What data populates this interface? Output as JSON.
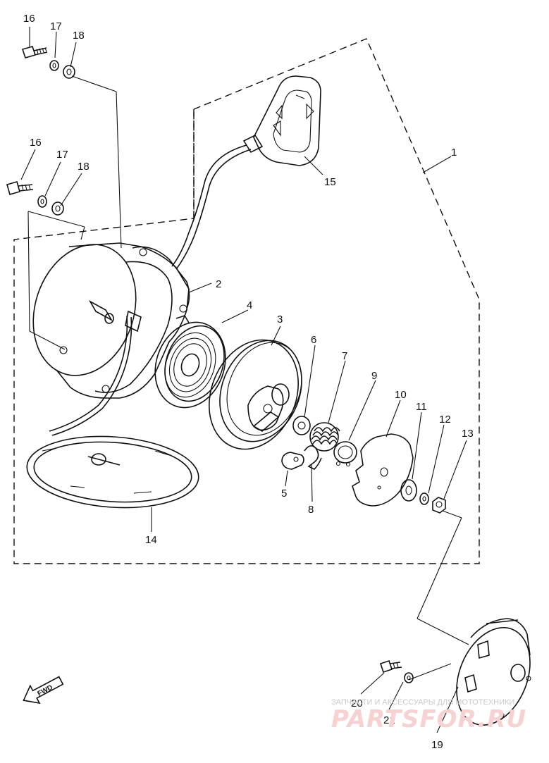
{
  "callouts": [
    {
      "id": "1",
      "label": "1"
    },
    {
      "id": "2",
      "label": "2"
    },
    {
      "id": "3",
      "label": "3"
    },
    {
      "id": "4",
      "label": "4"
    },
    {
      "id": "5",
      "label": "5"
    },
    {
      "id": "6",
      "label": "6"
    },
    {
      "id": "7",
      "label": "7"
    },
    {
      "id": "8",
      "label": "8"
    },
    {
      "id": "9",
      "label": "9"
    },
    {
      "id": "10",
      "label": "10"
    },
    {
      "id": "11",
      "label": "11"
    },
    {
      "id": "12",
      "label": "12"
    },
    {
      "id": "13",
      "label": "13"
    },
    {
      "id": "14",
      "label": "14"
    },
    {
      "id": "15",
      "label": "15"
    },
    {
      "id": "16a",
      "label": "16"
    },
    {
      "id": "17a",
      "label": "17"
    },
    {
      "id": "18a",
      "label": "18"
    },
    {
      "id": "16b",
      "label": "16"
    },
    {
      "id": "17b",
      "label": "17"
    },
    {
      "id": "18b",
      "label": "18"
    },
    {
      "id": "19",
      "label": "19"
    },
    {
      "id": "20",
      "label": "20"
    },
    {
      "id": "21",
      "label": "21"
    }
  ],
  "direction_marker": "FWD",
  "watermark": {
    "top_line": "ЗАПЧАСТИ И АКСЕССУАРЫ ДЛЯ МОТОТЕХНИКИ",
    "brand": "PARTSFOR.RU"
  }
}
